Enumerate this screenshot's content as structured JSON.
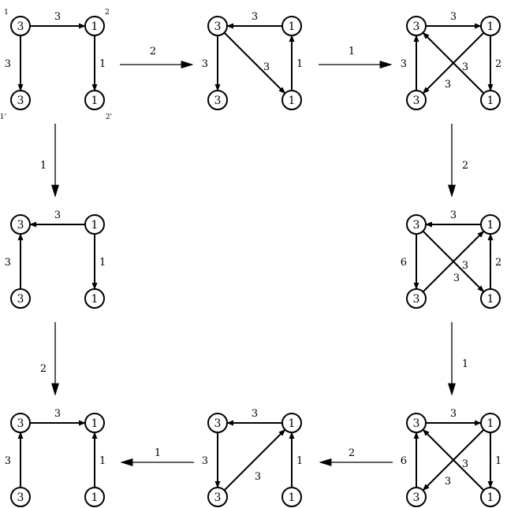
{
  "panels": [
    {
      "id": "r1c1",
      "nodes": [
        "3",
        "1",
        "3",
        "1"
      ],
      "corner_labels": [
        "1",
        "2",
        "1'",
        "2'"
      ],
      "edges": [
        {
          "from": 0,
          "to": 1,
          "label": "3"
        },
        {
          "from": 0,
          "to": 2,
          "label": "3"
        },
        {
          "from": 1,
          "to": 3,
          "label": "1"
        }
      ]
    },
    {
      "id": "r1c2",
      "nodes": [
        "3",
        "1",
        "3",
        "1"
      ],
      "corner_labels": [],
      "edges": [
        {
          "from": 1,
          "to": 0,
          "label": "3"
        },
        {
          "from": 0,
          "to": 2,
          "label": "3"
        },
        {
          "from": 0,
          "to": 3,
          "label": "3"
        },
        {
          "from": 3,
          "to": 1,
          "label": "1"
        }
      ]
    },
    {
      "id": "r1c3",
      "nodes": [
        "3",
        "1",
        "3",
        "1"
      ],
      "corner_labels": [],
      "edges": [
        {
          "from": 0,
          "to": 1,
          "label": "3"
        },
        {
          "from": 2,
          "to": 0,
          "label": "3"
        },
        {
          "from": 3,
          "to": 0,
          "label": "3"
        },
        {
          "from": 1,
          "to": 2,
          "label": "3"
        },
        {
          "from": 1,
          "to": 3,
          "label": "2"
        }
      ]
    },
    {
      "id": "r2c1",
      "nodes": [
        "3",
        "1",
        "3",
        "1"
      ],
      "corner_labels": [],
      "edges": [
        {
          "from": 1,
          "to": 0,
          "label": "3"
        },
        {
          "from": 2,
          "to": 0,
          "label": "3"
        },
        {
          "from": 1,
          "to": 3,
          "label": "1"
        }
      ]
    },
    {
      "id": "r2c3",
      "nodes": [
        "3",
        "1",
        "3",
        "1"
      ],
      "corner_labels": [],
      "edges": [
        {
          "from": 1,
          "to": 0,
          "label": "3"
        },
        {
          "from": 0,
          "to": 2,
          "label": "6"
        },
        {
          "from": 0,
          "to": 3,
          "label": "3"
        },
        {
          "from": 2,
          "to": 1,
          "label": "3"
        },
        {
          "from": 3,
          "to": 1,
          "label": "2"
        }
      ]
    },
    {
      "id": "r3c1",
      "nodes": [
        "3",
        "1",
        "3",
        "1"
      ],
      "corner_labels": [],
      "edges": [
        {
          "from": 0,
          "to": 1,
          "label": "3"
        },
        {
          "from": 2,
          "to": 0,
          "label": "3"
        },
        {
          "from": 3,
          "to": 1,
          "label": "1"
        }
      ]
    },
    {
      "id": "r3c2",
      "nodes": [
        "3",
        "1",
        "3",
        "1"
      ],
      "corner_labels": [],
      "edges": [
        {
          "from": 1,
          "to": 0,
          "label": "3"
        },
        {
          "from": 0,
          "to": 2,
          "label": "3"
        },
        {
          "from": 2,
          "to": 1,
          "label": "3"
        },
        {
          "from": 3,
          "to": 1,
          "label": "1"
        }
      ]
    },
    {
      "id": "r3c3",
      "nodes": [
        "3",
        "1",
        "3",
        "1"
      ],
      "corner_labels": [],
      "edges": [
        {
          "from": 0,
          "to": 1,
          "label": "3"
        },
        {
          "from": 2,
          "to": 0,
          "label": "6"
        },
        {
          "from": 3,
          "to": 0,
          "label": "3"
        },
        {
          "from": 1,
          "to": 2,
          "label": "3"
        },
        {
          "from": 1,
          "to": 3,
          "label": "1"
        }
      ]
    }
  ],
  "transitions": [
    {
      "from": "r1c1",
      "to": "r1c2",
      "label": "2"
    },
    {
      "from": "r1c2",
      "to": "r1c3",
      "label": "1"
    },
    {
      "from": "r1c1",
      "to": "r2c1",
      "label": "1"
    },
    {
      "from": "r2c1",
      "to": "r3c1",
      "label": "2"
    },
    {
      "from": "r1c3",
      "to": "r2c3",
      "label": "2"
    },
    {
      "from": "r2c3",
      "to": "r3c3",
      "label": "1"
    },
    {
      "from": "r3c3",
      "to": "r3c2",
      "label": "2"
    },
    {
      "from": "r3c2",
      "to": "r3c1",
      "label": "1"
    }
  ]
}
